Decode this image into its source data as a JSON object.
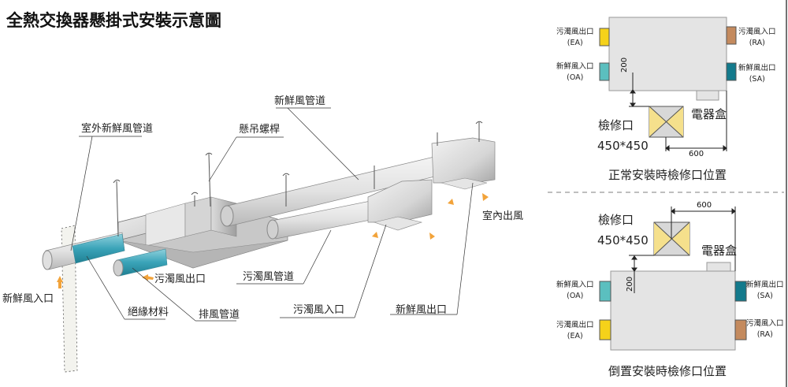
{
  "title": "全熱交換器懸掛式安裝示意圖",
  "main_diagram": {
    "labels": {
      "outdoor_fresh_duct": "室外新鮮風管道",
      "hanging_bolt": "懸吊螺桿",
      "fresh_air_duct": "新鮮風管道",
      "indoor_outlet": "室內出風",
      "exhaust_outlet": "污濁風出口",
      "return_duct": "污濁風管道",
      "fresh_air_inlet": "新鮮風入口",
      "insulation": "絕緣材料",
      "exhaust_duct": "排風管道",
      "return_inlet": "污濁風入口",
      "fresh_air_outlet": "新鮮風出口"
    }
  },
  "normal_install": {
    "caption": "正常安裝時檢修口位置",
    "ports": {
      "ea": {
        "name": "污濁風出口",
        "code": "(EA)",
        "color": "#f5d21a"
      },
      "oa": {
        "name": "新鮮風入口",
        "code": "(OA)",
        "color": "#5bbfbf"
      },
      "ra": {
        "name": "污濁風入口",
        "code": "(RA)",
        "color": "#c48a5e"
      },
      "sa": {
        "name": "新鮮風出口",
        "code": "(SA)",
        "color": "#137a8c"
      }
    },
    "access_label": "檢修口",
    "access_size": "450*450",
    "electric_box": "電器盒",
    "dim_200": "200",
    "dim_600": "600"
  },
  "inverted_install": {
    "caption": "倒置安裝時檢修口位置",
    "ports": {
      "oa": {
        "name": "新鮮風入口",
        "code": "(OA)",
        "color": "#5bbfbf"
      },
      "ea": {
        "name": "污濁風出口",
        "code": "(EA)",
        "color": "#f5d21a"
      },
      "sa": {
        "name": "新鮮風出口",
        "code": "(SA)",
        "color": "#137a8c"
      },
      "ra": {
        "name": "污濁風入口",
        "code": "(RA)",
        "color": "#c48a5e"
      }
    },
    "access_label": "檢修口",
    "access_size": "450*450",
    "electric_box": "電器盒",
    "dim_200": "200",
    "dim_600": "600"
  }
}
